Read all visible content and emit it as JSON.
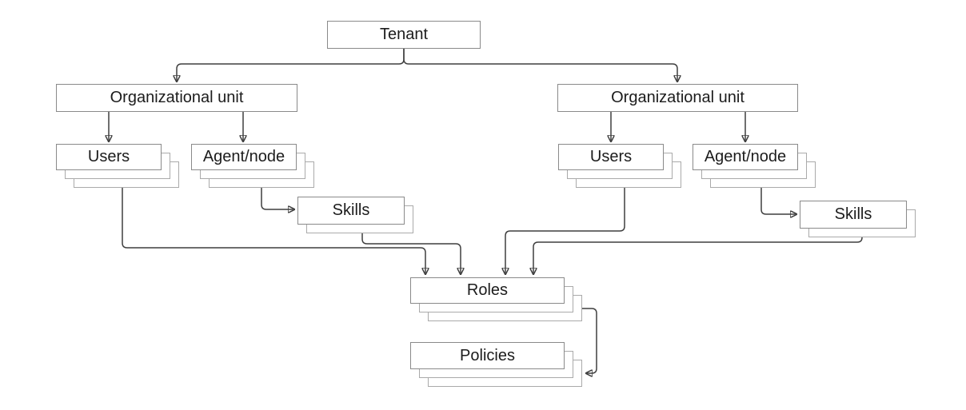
{
  "diagram": {
    "type": "hierarchy-flowchart",
    "nodes": {
      "tenant": {
        "label": "Tenant"
      },
      "org_unit_left": {
        "label": "Organizational unit"
      },
      "org_unit_right": {
        "label": "Organizational unit"
      },
      "users_left": {
        "label": "Users"
      },
      "agent_node_left": {
        "label": "Agent/node"
      },
      "skills_left": {
        "label": "Skills"
      },
      "users_right": {
        "label": "Users"
      },
      "agent_node_right": {
        "label": "Agent/node"
      },
      "skills_right": {
        "label": "Skills"
      },
      "roles": {
        "label": "Roles"
      },
      "policies": {
        "label": "Policies"
      }
    },
    "edges": [
      {
        "from": "tenant",
        "to": "org_unit_left"
      },
      {
        "from": "tenant",
        "to": "org_unit_right"
      },
      {
        "from": "org_unit_left",
        "to": "users_left"
      },
      {
        "from": "org_unit_left",
        "to": "agent_node_left"
      },
      {
        "from": "org_unit_right",
        "to": "users_right"
      },
      {
        "from": "org_unit_right",
        "to": "agent_node_right"
      },
      {
        "from": "agent_node_left",
        "to": "skills_left"
      },
      {
        "from": "agent_node_right",
        "to": "skills_right"
      },
      {
        "from": "users_left",
        "to": "roles"
      },
      {
        "from": "skills_left",
        "to": "roles"
      },
      {
        "from": "users_right",
        "to": "roles"
      },
      {
        "from": "skills_right",
        "to": "roles"
      },
      {
        "from": "roles",
        "to": "policies"
      }
    ],
    "colors": {
      "background": "#ffffff",
      "node_fill": "#ffffff",
      "node_border": "#8a8a8a",
      "stack_copy_border": "#aaaaaa",
      "connector": "#3f3f3f",
      "text": "#1c1c1c"
    }
  }
}
